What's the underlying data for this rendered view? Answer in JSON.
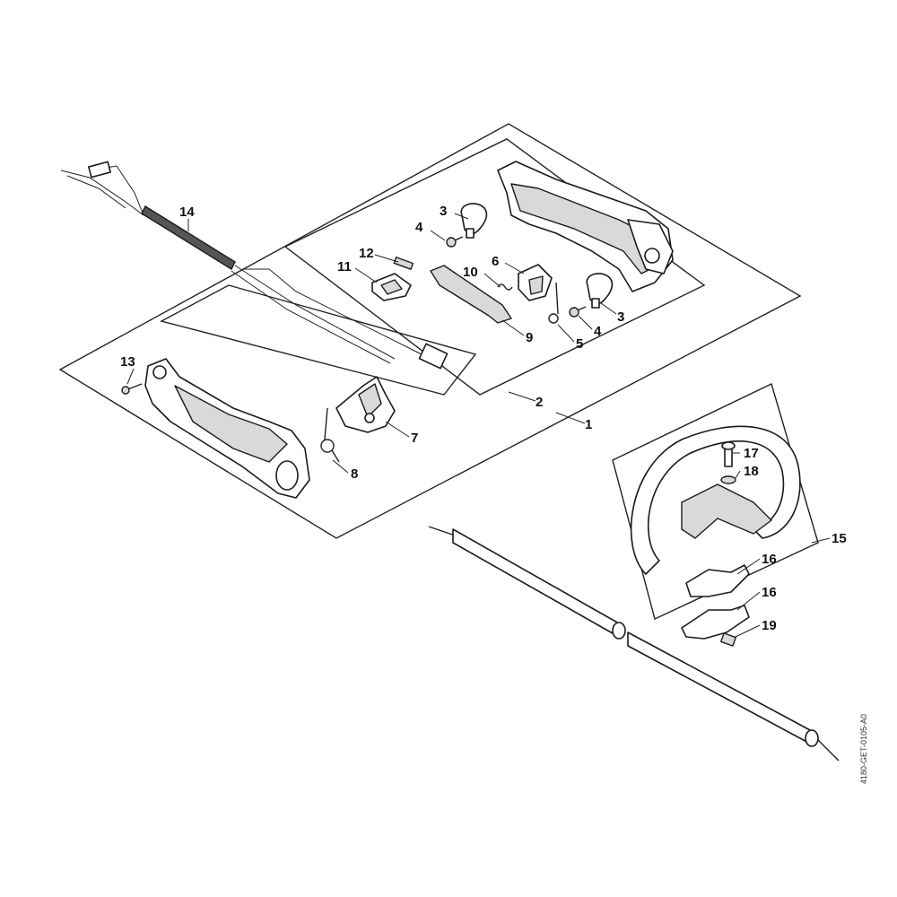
{
  "callouts": [
    {
      "id": "c1",
      "text": "1"
    },
    {
      "id": "c2",
      "text": "2"
    },
    {
      "id": "c3a",
      "text": "3"
    },
    {
      "id": "c3b",
      "text": "3"
    },
    {
      "id": "c4a",
      "text": "4"
    },
    {
      "id": "c4b",
      "text": "4"
    },
    {
      "id": "c5",
      "text": "5"
    },
    {
      "id": "c6",
      "text": "6"
    },
    {
      "id": "c7",
      "text": "7"
    },
    {
      "id": "c8",
      "text": "8"
    },
    {
      "id": "c9",
      "text": "9"
    },
    {
      "id": "c10",
      "text": "10"
    },
    {
      "id": "c11",
      "text": "11"
    },
    {
      "id": "c12",
      "text": "12"
    },
    {
      "id": "c13",
      "text": "13"
    },
    {
      "id": "c14",
      "text": "14"
    },
    {
      "id": "c15",
      "text": "15"
    },
    {
      "id": "c16a",
      "text": "16"
    },
    {
      "id": "c16b",
      "text": "16"
    },
    {
      "id": "c17",
      "text": "17"
    },
    {
      "id": "c18",
      "text": "18"
    },
    {
      "id": "c19",
      "text": "19"
    }
  ],
  "drawing_code": "4180-GET-0105-A0"
}
